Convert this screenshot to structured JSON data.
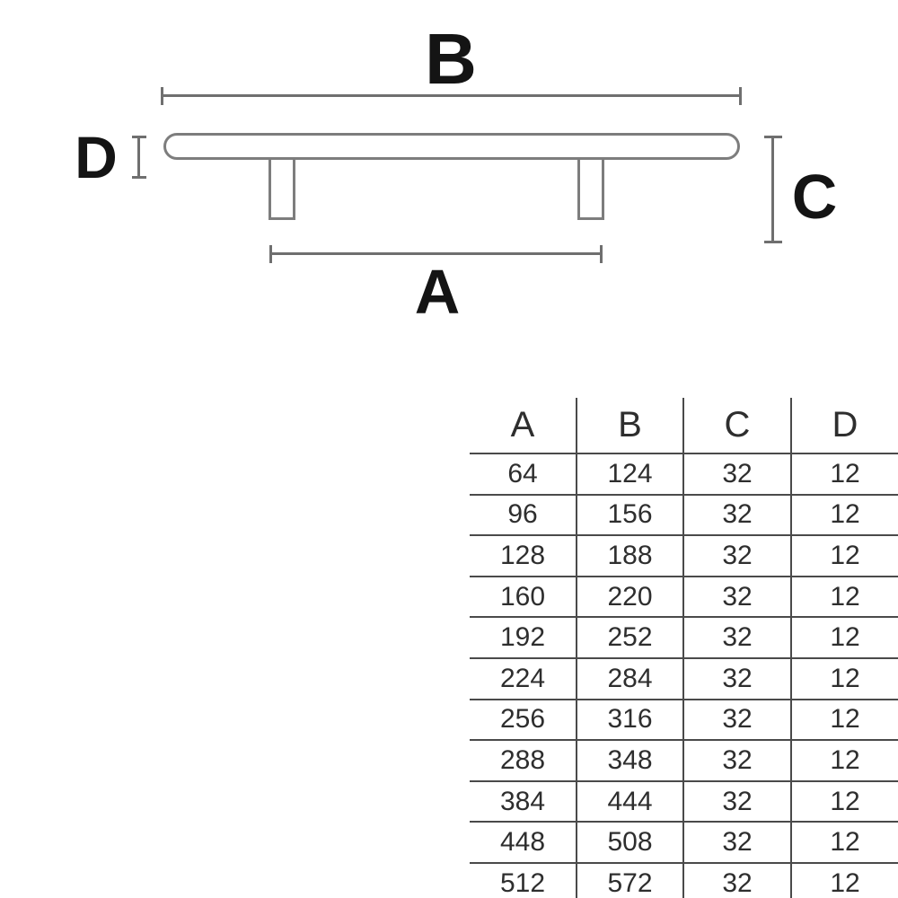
{
  "diagram": {
    "dimension_labels": {
      "overall_length": "B",
      "hole_spacing": "A",
      "diameter": "D",
      "height": "C"
    }
  },
  "table": {
    "headers": [
      "A",
      "B",
      "C",
      "D"
    ],
    "rows": [
      [
        "64",
        "124",
        "32",
        "12"
      ],
      [
        "96",
        "156",
        "32",
        "12"
      ],
      [
        "128",
        "188",
        "32",
        "12"
      ],
      [
        "160",
        "220",
        "32",
        "12"
      ],
      [
        "192",
        "252",
        "32",
        "12"
      ],
      [
        "224",
        "284",
        "32",
        "12"
      ],
      [
        "256",
        "316",
        "32",
        "12"
      ],
      [
        "288",
        "348",
        "32",
        "12"
      ],
      [
        "384",
        "444",
        "32",
        "12"
      ],
      [
        "448",
        "508",
        "32",
        "12"
      ],
      [
        "512",
        "572",
        "32",
        "12"
      ]
    ]
  },
  "colors": {
    "background": "#ffffff",
    "drawing_outline": "#7d7d7d",
    "dimension_line": "#6f6f6f",
    "table_line": "#4a4a4a",
    "label_text": "#141414",
    "table_text": "#2e2e2e"
  }
}
